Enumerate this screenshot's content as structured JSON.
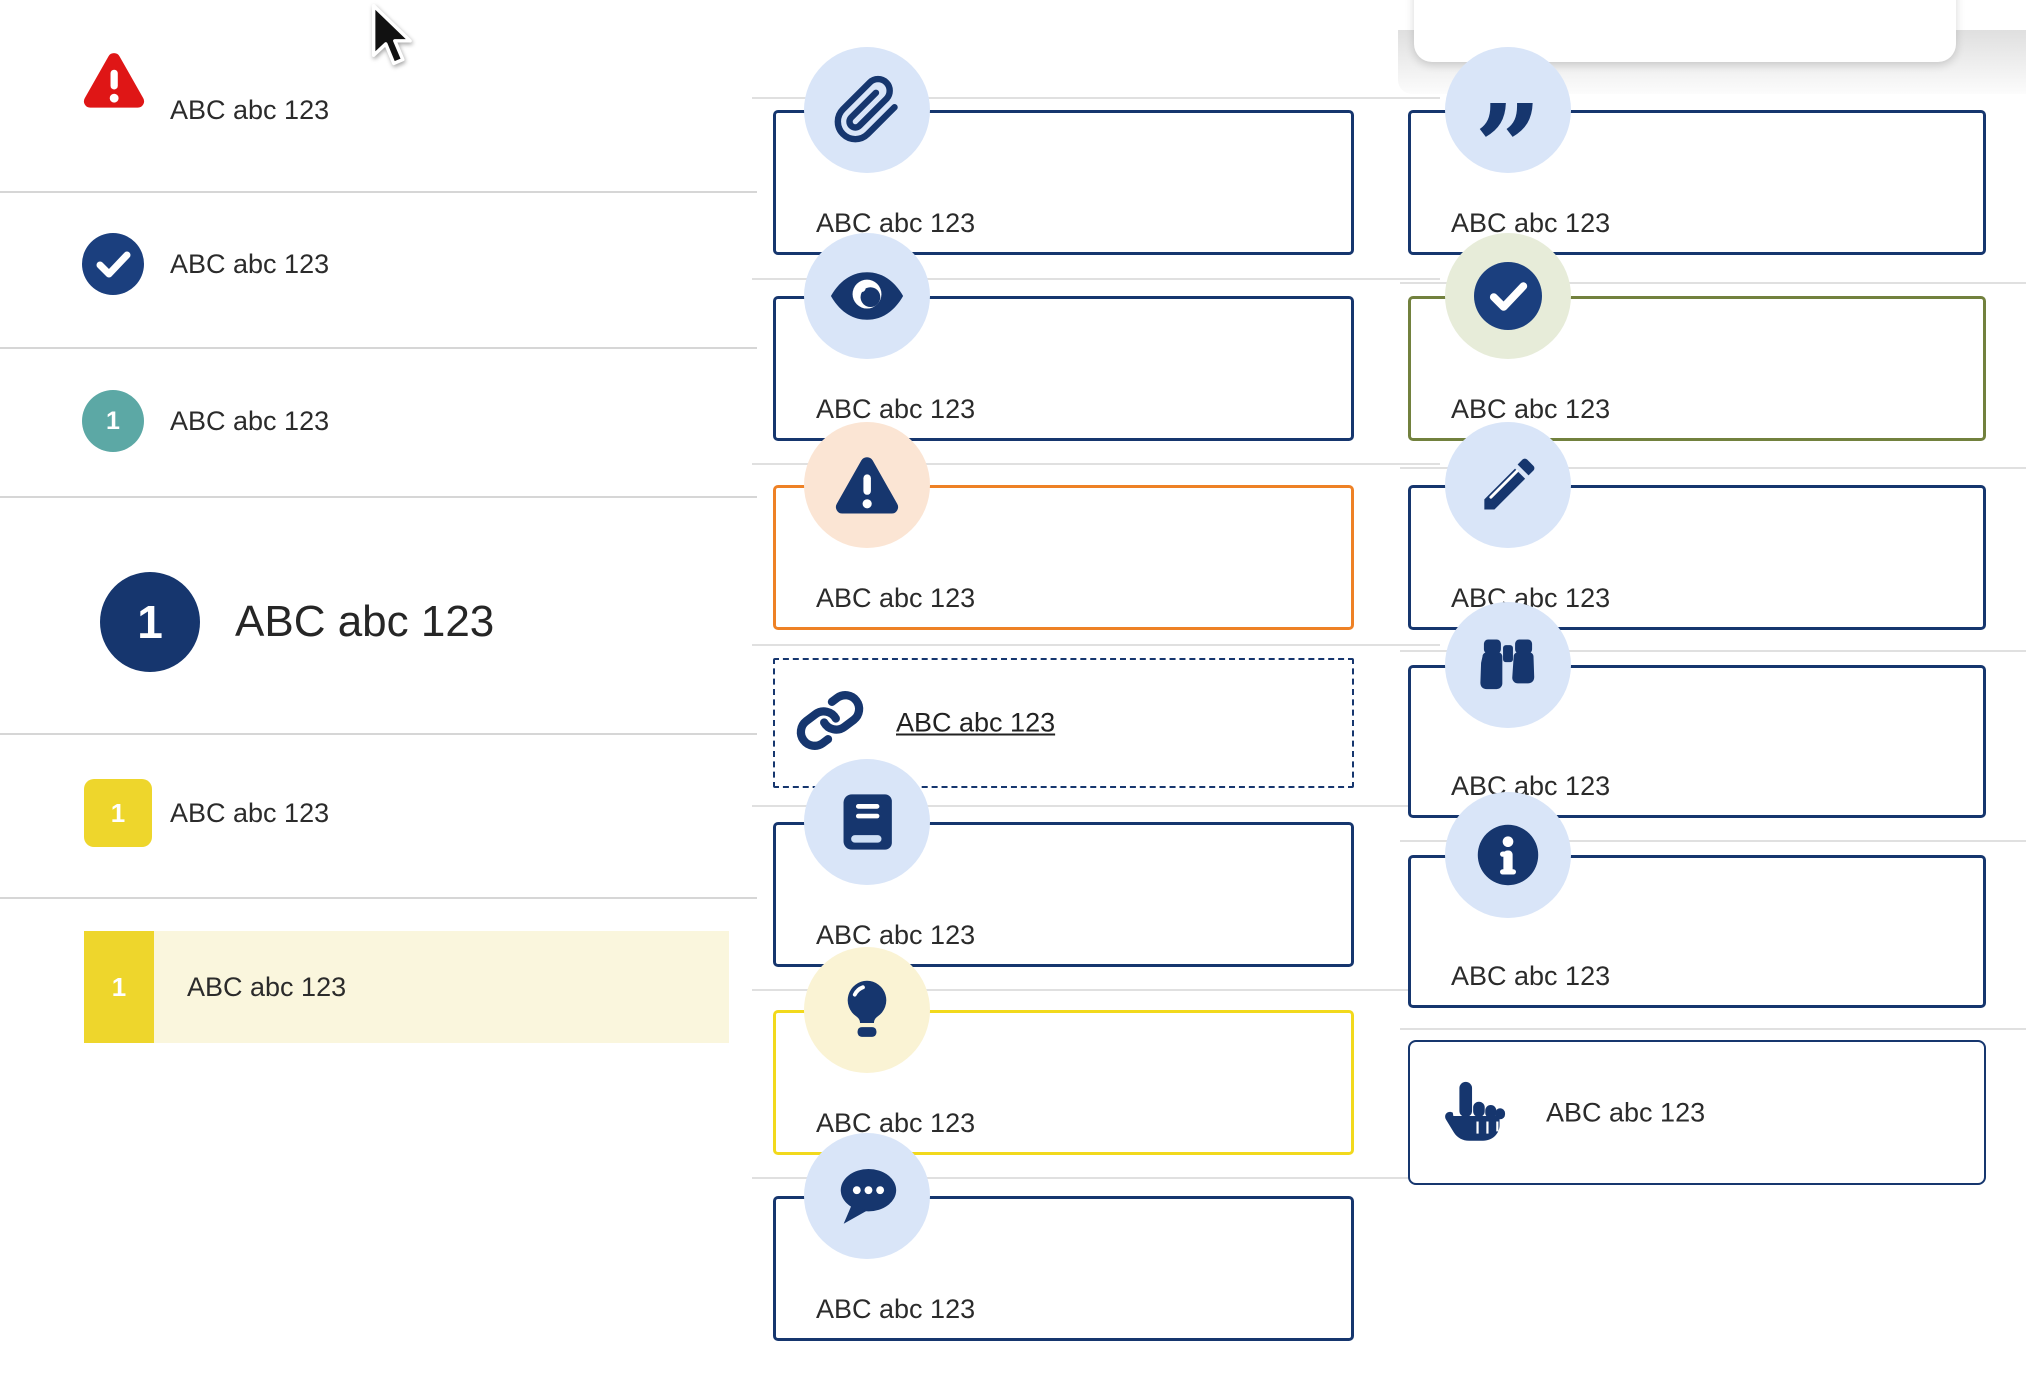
{
  "page": {
    "background": "#ffffff",
    "text_color": "#2b2b2b"
  },
  "colors": {
    "navy": "#16366E",
    "light_blue_badge": "#D9E5F8",
    "teal": "#5CA8A5",
    "alert_red": "#DF1616",
    "yellow": "#EED62C",
    "highlight_row_bg": "#FAF6DD",
    "yellow_card_border": "#F2D91C",
    "orange_card_border": "#EE8125",
    "olive_card_border": "#72813E",
    "pale_green_badge": "#E7ECD9",
    "pale_peach_badge": "#FBE5D4",
    "pale_yellow_badge": "#FAF3D4",
    "divider": "#e0e0e0"
  },
  "left_list": {
    "items": [
      {
        "icon": "alert-triangle-icon",
        "label": "ABC abc 123"
      },
      {
        "icon": "check-circle-icon",
        "label": "ABC abc 123"
      },
      {
        "icon": "teal-number-badge",
        "number": "1",
        "label": "ABC abc 123"
      },
      {
        "icon": "large-number-badge",
        "number": "1",
        "label": "ABC abc 123"
      },
      {
        "icon": "yellow-number-badge",
        "number": "1",
        "label": "ABC abc 123"
      },
      {
        "icon": "yellow-number-badge",
        "number": "1",
        "label": "ABC abc 123",
        "state": "highlighted"
      }
    ]
  },
  "middle_cards": [
    {
      "icon": "paperclip-icon",
      "label": "ABC abc 123",
      "border": "navy"
    },
    {
      "icon": "eye-icon",
      "label": "ABC abc 123",
      "border": "navy"
    },
    {
      "icon": "warning-icon",
      "label": "ABC abc 123",
      "border": "orange"
    },
    {
      "icon": "link-icon",
      "label": "ABC abc 123",
      "style": "dashed-link"
    },
    {
      "icon": "book-icon",
      "label": "ABC abc 123",
      "border": "navy"
    },
    {
      "icon": "lightbulb-icon",
      "label": "ABC abc 123",
      "border": "yellow"
    },
    {
      "icon": "chat-icon",
      "label": "ABC abc 123",
      "border": "navy"
    }
  ],
  "right_cards": [
    {
      "icon": "quote-icon",
      "label": "ABC abc 123",
      "border": "navy"
    },
    {
      "icon": "check-icon",
      "label": "ABC abc 123",
      "border": "olive"
    },
    {
      "icon": "pencil-icon",
      "label": "ABC abc 123",
      "border": "navy"
    },
    {
      "icon": "binoculars-icon",
      "label": "ABC abc 123",
      "border": "navy"
    },
    {
      "icon": "info-icon",
      "label": "ABC abc 123",
      "border": "navy"
    },
    {
      "icon": "hand-point-icon",
      "label": "ABC abc 123",
      "style": "action"
    }
  ]
}
